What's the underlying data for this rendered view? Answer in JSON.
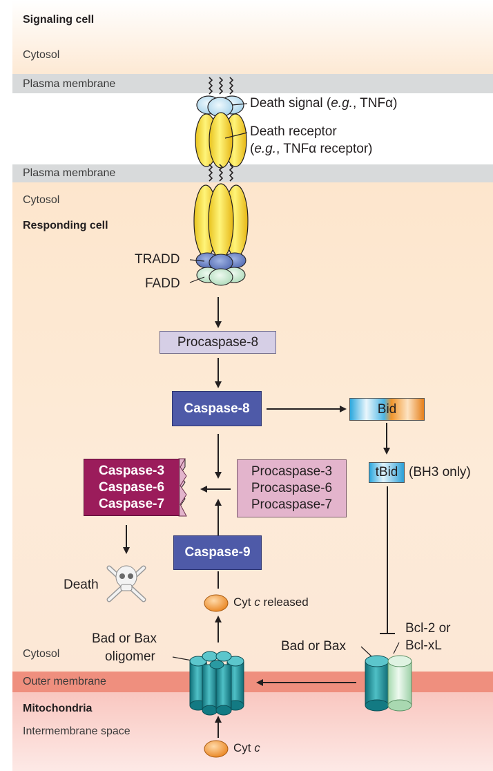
{
  "regions": {
    "signaling_cell": "Signaling cell",
    "cytosol_top": "Cytosol",
    "plasma_membrane_top": "Plasma membrane",
    "plasma_membrane_bottom": "Plasma membrane",
    "cytosol_mid": "Cytosol",
    "responding_cell": "Responding cell",
    "cytosol_low": "Cytosol",
    "outer_membrane": "Outer membrane",
    "mitochondria": "Mitochondria",
    "intermembrane_space": "Intermembrane space"
  },
  "labels": {
    "death_signal_prefix": "Death signal (",
    "death_signal_eg": "e.g.",
    "death_signal_suffix": ", TNFα)",
    "death_receptor": "Death receptor",
    "death_receptor_eg_open": "(",
    "death_receptor_eg": "e.g.",
    "death_receptor_suffix": ", TNFα receptor)",
    "tradd": "TRADD",
    "fadd": "FADD",
    "bh3_only": "(BH3 only)",
    "death": "Death",
    "cyt_c_released_prefix": "Cyt ",
    "cyt_c_released_italic": "c",
    "cyt_c_released_suffix": " released",
    "bad_bax_oligomer_line1": "Bad or Bax",
    "bad_bax_oligomer_line2": "oligomer",
    "bad_or_bax": "Bad or Bax",
    "bcl2_line1": "Bcl-2 or",
    "bcl2_line2": "Bcl-xL",
    "cyt_c_prefix": "Cyt ",
    "cyt_c_italic": "c"
  },
  "boxes": {
    "procaspase8": "Procaspase-8",
    "caspase8": "Caspase-8",
    "bid": "Bid",
    "tbid": "tBid",
    "executioner_caspases": [
      "Caspase-3",
      "Caspase-6",
      "Caspase-7"
    ],
    "executioner_procaspases": [
      "Procaspase-3",
      "Procaspase-6",
      "Procaspase-7"
    ],
    "caspase9": "Caspase-9"
  },
  "colors": {
    "cytosol_bg": "#fde9d4",
    "membrane_band": "#d8dadb",
    "outer_membrane_band": "#ef8f7e",
    "mito_bg": "#fbe0dc",
    "procaspase_fill": "#d6cfe6",
    "caspase_fill": "#4e5aa8",
    "executioner_fill": "#9b1c5b",
    "procaspase_pink": "#e3b4cc",
    "receptor_yellow": "#f2e23a",
    "ligand_blue": "#c8e4f4",
    "tradd_blue": "#6f86c6",
    "fadd_green": "#cde8d4",
    "bid_blue": "#2ba7dd",
    "bid_orange": "#f0952c",
    "pore_teal": "#1f8f98",
    "bcl_green": "#bfe7c6",
    "cyt_orange": "#f39b3b"
  }
}
